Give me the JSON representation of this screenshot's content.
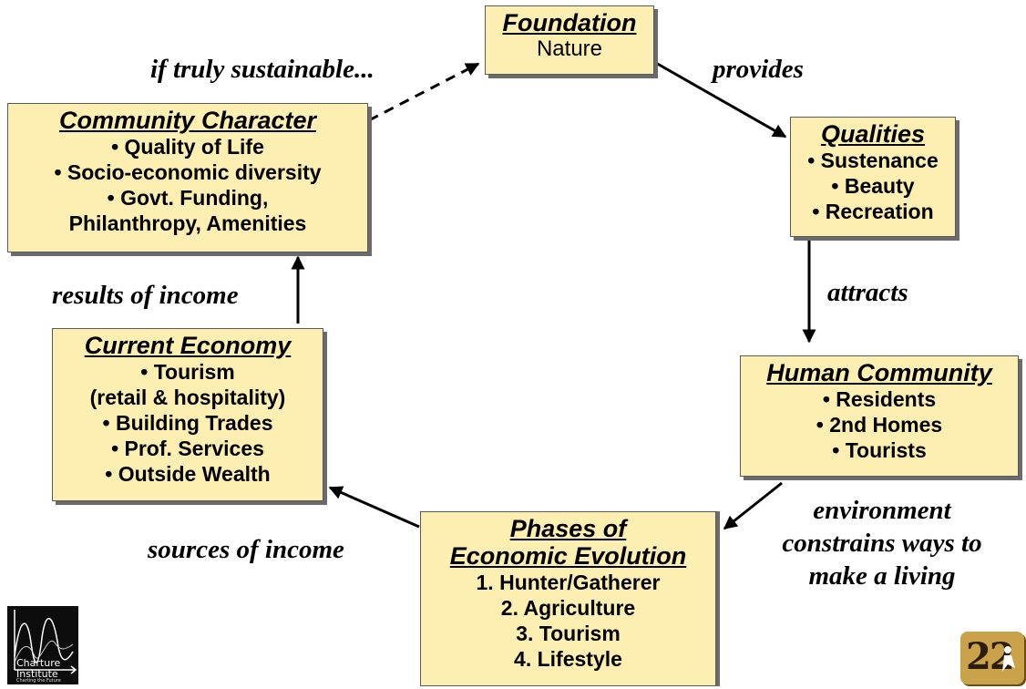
{
  "boxes": {
    "foundation": {
      "title": "Foundation",
      "lines": [
        "Nature"
      ]
    },
    "qualities": {
      "title": "Qualities",
      "lines": [
        "• Sustenance",
        "• Beauty",
        "• Recreation"
      ]
    },
    "human_community": {
      "title": "Human Community",
      "lines": [
        "• Residents",
        "• 2nd Homes",
        "• Tourists"
      ]
    },
    "phases": {
      "title_lines": [
        "Phases of",
        "Economic Evolution"
      ],
      "lines": [
        "1. Hunter/Gatherer",
        "2. Agriculture",
        "3. Tourism",
        "4. Lifestyle"
      ]
    },
    "current_economy": {
      "title": "Current Economy",
      "lines": [
        "• Tourism",
        "(retail & hospitality)",
        "• Building Trades",
        "• Prof. Services",
        "• Outside Wealth"
      ]
    },
    "community_character": {
      "title": "Community Character",
      "lines": [
        "• Quality of Life",
        "• Socio-economic diversity",
        "• Govt. Funding,",
        "Philanthropy, Amenities"
      ]
    }
  },
  "labels": {
    "if_sustainable": "if truly sustainable...",
    "provides": "provides",
    "attracts": "attracts",
    "environment": [
      "environment",
      "constrains ways to",
      "make a living"
    ],
    "sources": "sources of income",
    "results": "results of income"
  },
  "logos": {
    "charture": [
      "Charture",
      "Institute",
      "Charting the Future"
    ],
    "badge": "22"
  },
  "colors": {
    "box_fill": "#fdeeb2",
    "shadow": "#6b6b6b",
    "badge": "#c9a24a"
  }
}
